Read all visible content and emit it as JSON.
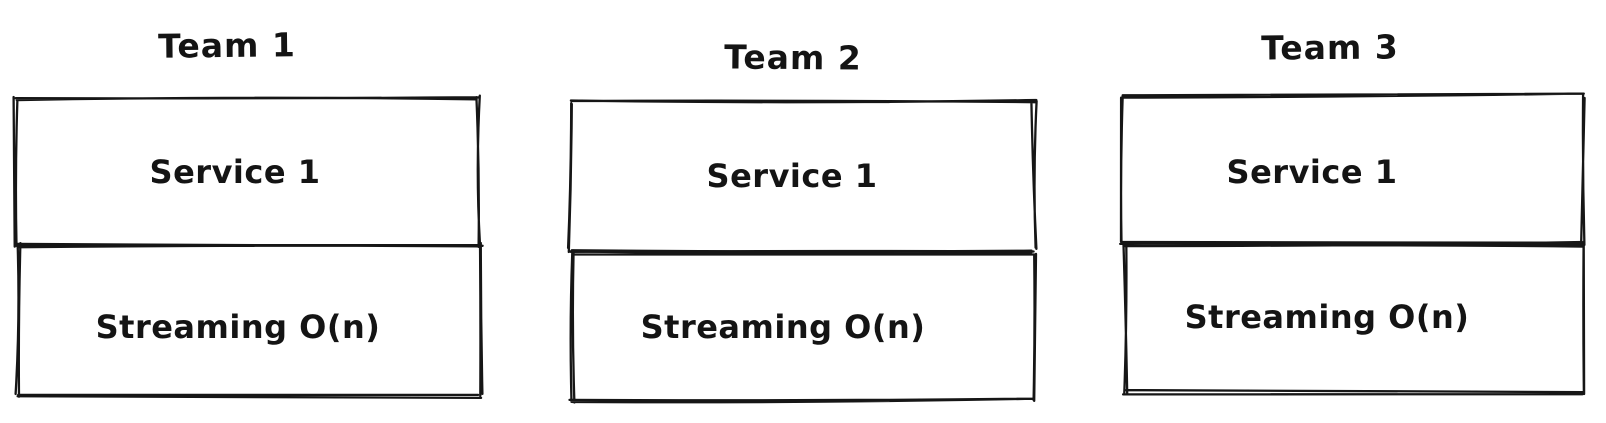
{
  "canvas": {
    "background": "#ffffff",
    "stroke_color": "#161616",
    "text_color": "#141414"
  },
  "teams": [
    {
      "title": "Team 1",
      "boxes": [
        {
          "label": "Service 1"
        },
        {
          "label": "Streaming O(n)"
        }
      ]
    },
    {
      "title": "Team 2",
      "boxes": [
        {
          "label": "Service 1"
        },
        {
          "label": "Streaming O(n)"
        }
      ]
    },
    {
      "title": "Team 3",
      "boxes": [
        {
          "label": "Service 1"
        },
        {
          "label": "Streaming O(n)"
        }
      ]
    }
  ]
}
